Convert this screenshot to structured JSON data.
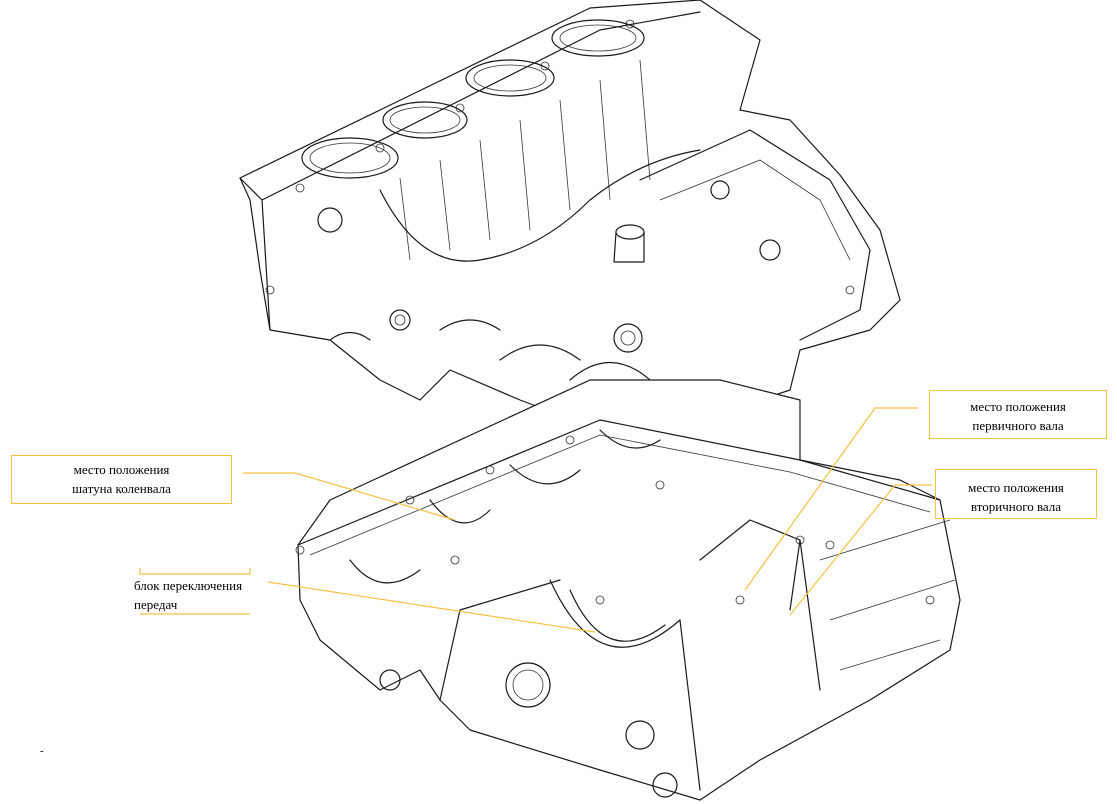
{
  "labels": {
    "primary_shaft": {
      "line1": "место положения",
      "line2": "первичного вала"
    },
    "secondary_shaft": {
      "line1": "место положения",
      "line2": "вторичного вала"
    },
    "crank_rod": {
      "line1": "место положения",
      "line2": "шатуна коленвала"
    },
    "gear_block": {
      "line1": "блок переключения",
      "line2": "передач"
    }
  },
  "footnote": "-",
  "colors": {
    "callout": "#f5c242",
    "ink": "#1a1a1a"
  }
}
